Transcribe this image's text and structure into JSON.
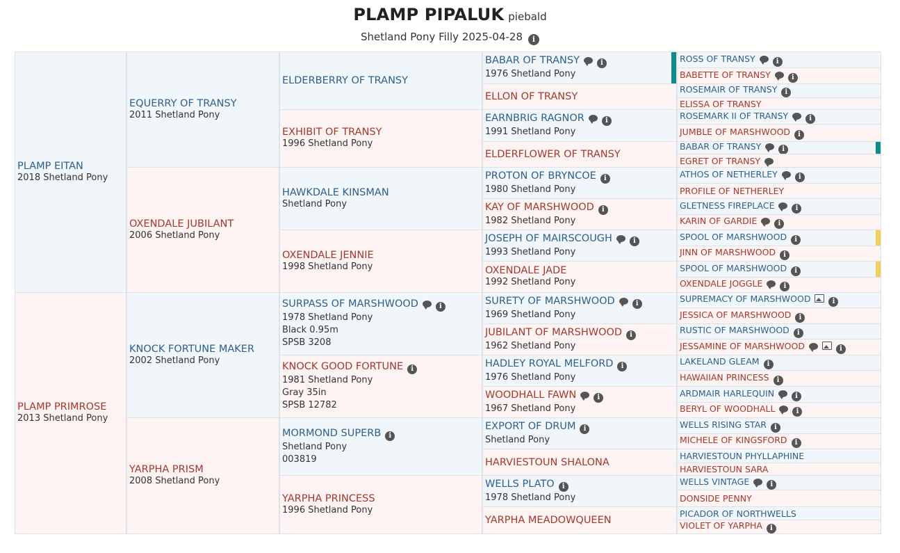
{
  "header": {
    "name": "PLAMP PIPALUK",
    "color": "piebald",
    "subtitle": "Shetland Pony Filly 2025-04-28"
  },
  "icons": {
    "info": "info-circle-icon",
    "comment": "comment-icon",
    "image": "image-icon"
  },
  "colors": {
    "sire": "#2e5f8a",
    "dam": "#a3392c",
    "sire_bg": "#f1f6fb",
    "dam_bg": "#fdf3f2",
    "teal_marker": "#138a8a",
    "yellow_marker": "#f2cf5b"
  },
  "pedigree": {
    "gen1": [
      {
        "name": "PLAMP EITAN",
        "details": [
          "2018 Shetland Pony"
        ]
      },
      {
        "name": "PLAMP PRIMROSE",
        "details": [
          "2013 Shetland Pony"
        ]
      }
    ],
    "gen2": [
      {
        "name": "EQUERRY OF TRANSY",
        "details": [
          "2011 Shetland Pony"
        ]
      },
      {
        "name": "OXENDALE JUBILANT",
        "details": [
          "2006 Shetland Pony"
        ]
      },
      {
        "name": "KNOCK FORTUNE MAKER",
        "details": [
          "2002 Shetland Pony"
        ]
      },
      {
        "name": "YARPHA PRISM",
        "details": [
          "2008 Shetland Pony"
        ]
      }
    ],
    "gen3": [
      {
        "name": "ELDERBERRY OF TRANSY",
        "details": []
      },
      {
        "name": "EXHIBIT OF TRANSY",
        "details": [
          "1996 Shetland Pony"
        ]
      },
      {
        "name": "HAWKDALE KINSMAN",
        "details": [
          "Shetland Pony"
        ]
      },
      {
        "name": "OXENDALE JENNIE",
        "details": [
          "1998 Shetland Pony"
        ]
      },
      {
        "name": "SURPASS OF MARSHWOOD",
        "details": [
          "1978 Shetland Pony",
          "Black 0.95m",
          "SPSB 3208"
        ],
        "comment": true,
        "info": true
      },
      {
        "name": "KNOCK GOOD FORTUNE",
        "details": [
          "1981 Shetland Pony",
          "Gray 35in",
          "SPSB 12782"
        ],
        "info": true
      },
      {
        "name": "MORMOND SUPERB",
        "details": [
          "Shetland Pony",
          "003819"
        ],
        "info": true
      },
      {
        "name": "YARPHA PRINCESS",
        "details": [
          "1996 Shetland Pony"
        ]
      }
    ],
    "gen4": [
      {
        "name": "BABAR OF TRANSY",
        "details": [
          "1976 Shetland Pony"
        ],
        "comment": true,
        "info": true
      },
      {
        "name": "ELLON OF TRANSY",
        "details": []
      },
      {
        "name": "EARNBRIG RAGNOR",
        "details": [
          "1991 Shetland Pony"
        ],
        "comment": true,
        "info": true
      },
      {
        "name": "ELDERFLOWER OF TRANSY",
        "details": []
      },
      {
        "name": "PROTON OF BRYNCOE",
        "details": [
          "1980 Shetland Pony"
        ],
        "info": true
      },
      {
        "name": "KAY OF MARSHWOOD",
        "details": [
          "1982 Shetland Pony"
        ],
        "info": true
      },
      {
        "name": "JOSEPH OF MAIRSCOUGH",
        "details": [
          "1993 Shetland Pony"
        ],
        "comment": true,
        "info": true
      },
      {
        "name": "OXENDALE JADE",
        "details": [
          "1992 Shetland Pony"
        ]
      },
      {
        "name": "SURETY OF MARSHWOOD",
        "details": [
          "1969 Shetland Pony"
        ],
        "comment": true,
        "info": true
      },
      {
        "name": "JUBILANT OF MARSHWOOD",
        "details": [
          "1962 Shetland Pony"
        ],
        "info": true
      },
      {
        "name": "HADLEY ROYAL MELFORD",
        "details": [
          "1976 Shetland Pony"
        ],
        "info": true
      },
      {
        "name": "WOODHALL FAWN",
        "details": [
          "1967 Shetland Pony"
        ],
        "comment": true,
        "info": true
      },
      {
        "name": "EXPORT OF DRUM",
        "details": [
          "Shetland Pony"
        ],
        "info": true
      },
      {
        "name": "HARVIESTOUN SHALONA",
        "details": []
      },
      {
        "name": "WELLS PLATO",
        "details": [
          "1978 Shetland Pony"
        ],
        "info": true
      },
      {
        "name": "YARPHA MEADOWQUEEN",
        "details": []
      }
    ],
    "gen5": [
      {
        "name": "ROSS OF TRANSY",
        "comment": true,
        "info": true
      },
      {
        "name": "BABETTE OF TRANSY",
        "comment": true,
        "info": true
      },
      {
        "name": "ROSEMAIR OF TRANSY",
        "info": true
      },
      {
        "name": "ELISSA OF TRANSY"
      },
      {
        "name": "ROSEMARK II OF TRANSY",
        "comment": true,
        "info": true
      },
      {
        "name": "JUMBLE OF MARSHWOOD",
        "info": true
      },
      {
        "name": "BABAR OF TRANSY",
        "comment": true,
        "info": true
      },
      {
        "name": "EGRET OF TRANSY",
        "comment": true
      },
      {
        "name": "ATHOS OF NETHERLEY",
        "comment": true,
        "info": true
      },
      {
        "name": "PROFILE OF NETHERLEY"
      },
      {
        "name": "GLETNESS FIREPLACE",
        "comment": true,
        "info": true
      },
      {
        "name": "KARIN OF GARDIE",
        "comment": true,
        "info": true
      },
      {
        "name": "SPOOL OF MARSHWOOD",
        "info": true
      },
      {
        "name": "JINN OF MARSHWOOD",
        "info": true
      },
      {
        "name": "SPOOL OF MARSHWOOD",
        "info": true
      },
      {
        "name": "OXENDALE JOGGLE",
        "comment": true,
        "info": true
      },
      {
        "name": "SUPREMACY OF MARSHWOOD",
        "image": true,
        "info": true
      },
      {
        "name": "JESSICA OF MARSHWOOD",
        "info": true
      },
      {
        "name": "RUSTIC OF MARSHWOOD",
        "info": true
      },
      {
        "name": "JESSAMINE OF MARSHWOOD",
        "comment": true,
        "image": true,
        "info": true
      },
      {
        "name": "LAKELAND GLEAM",
        "info": true
      },
      {
        "name": "HAWAIIAN PRINCESS",
        "info": true
      },
      {
        "name": "ARDMAIR HARLEQUIN",
        "comment": true,
        "info": true
      },
      {
        "name": "BERYL OF WOODHALL",
        "comment": true,
        "info": true
      },
      {
        "name": "WELLS RISING STAR",
        "info": true
      },
      {
        "name": "MICHELE OF KINGSFORD",
        "info": true
      },
      {
        "name": "HARVIESTOUN PHYLLAPHINE"
      },
      {
        "name": "HARVIESTOUN SARA"
      },
      {
        "name": "WELLS VINTAGE",
        "comment": true,
        "info": true
      },
      {
        "name": "DONSIDE PENNY"
      },
      {
        "name": "PICADOR OF NORTHWELLS"
      },
      {
        "name": "VIOLET OF YARPHA",
        "info": true
      }
    ]
  }
}
